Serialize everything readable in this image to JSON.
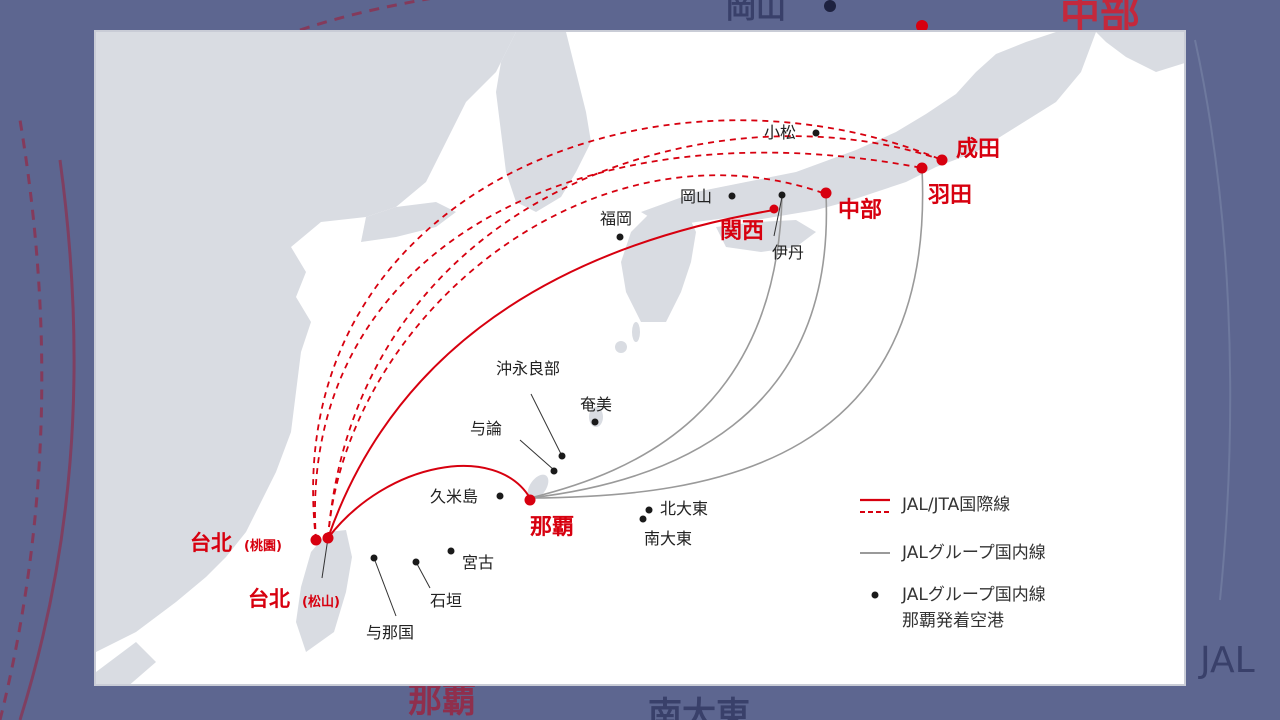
{
  "background": {
    "city_okayama": "岡山",
    "city_chubu": "中部",
    "city_naha": "那覇",
    "city_minamidaito": "南大東",
    "brand_text": "JAL"
  },
  "colors": {
    "international": "#d7000f",
    "domestic": "#9a9a9a",
    "land": "#d9dce2",
    "sea": "#ffffff",
    "backdrop": "#5d6690"
  },
  "airports": {
    "narita": "成田",
    "haneda": "羽田",
    "chubu": "中部",
    "kansai": "関西",
    "naha": "那覇",
    "taipei_taoyuan": "台北",
    "taoyuan_note": "(桃園)",
    "taipei_songshan": "台北",
    "songshan_note": "(松山)",
    "komatsu": "小松",
    "okayama": "岡山",
    "fukuoka": "福岡",
    "itami": "伊丹",
    "okinoerabu": "沖永良部",
    "amami": "奄美",
    "yoron": "与論",
    "kumejima": "久米島",
    "kitadaito": "北大東",
    "minamidaito": "南大東",
    "miyako": "宮古",
    "ishigaki": "石垣",
    "yonaguni": "与那国"
  },
  "legend": {
    "international_label": "JAL/JTA国際線",
    "domestic_label": "JALグループ国内線",
    "naha_airports_label": "JALグループ国内線\n那覇発着空港"
  }
}
